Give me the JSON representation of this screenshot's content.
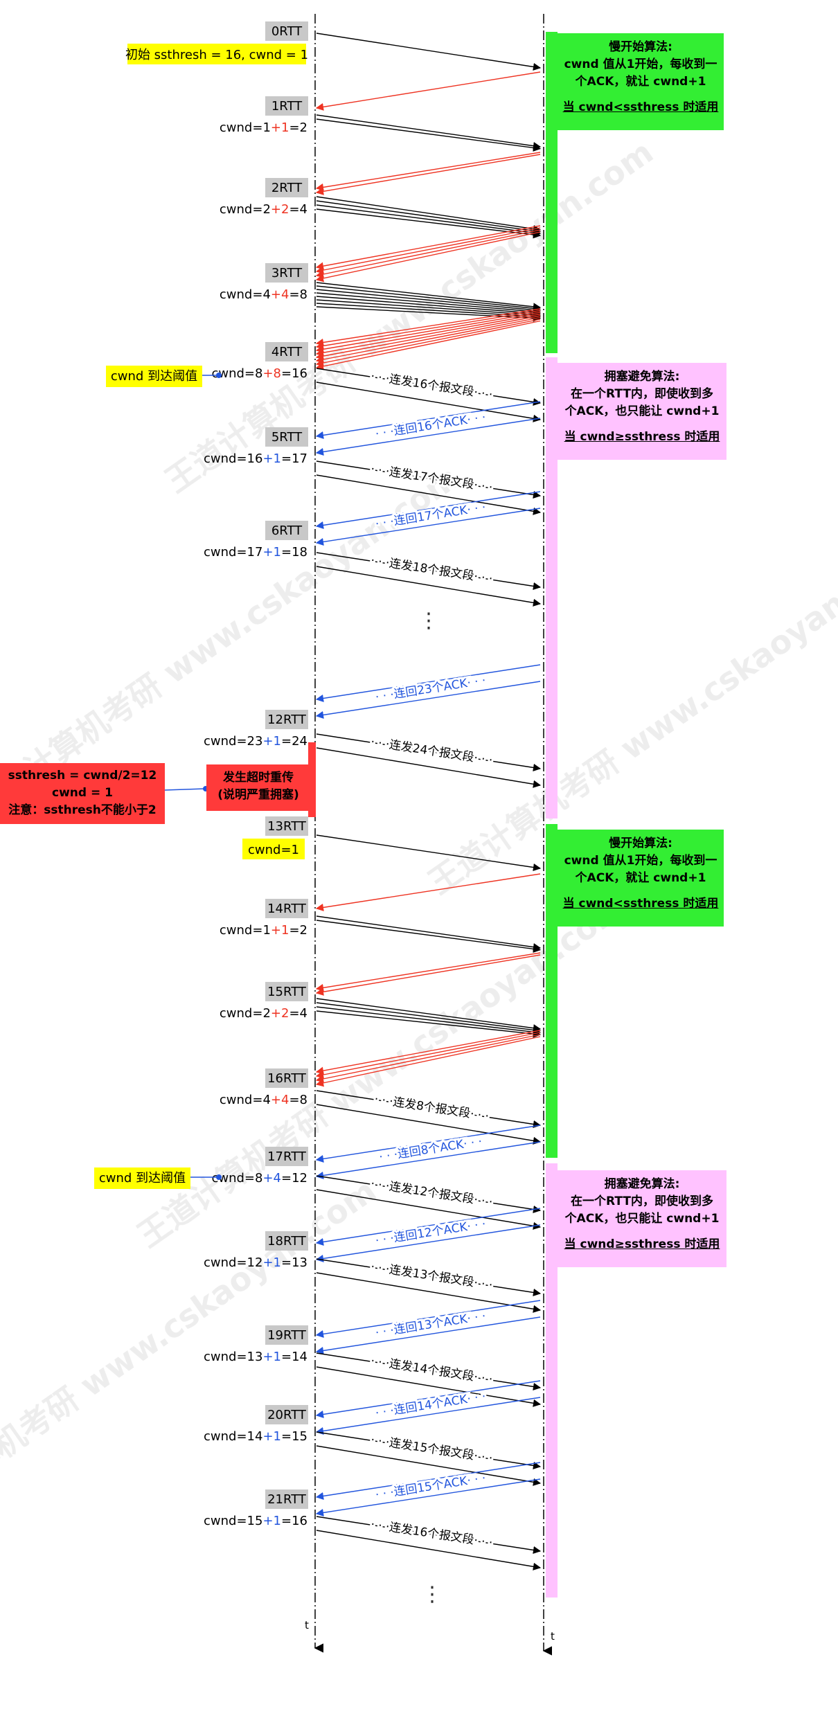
{
  "rtts": [
    {
      "label": "0RTT",
      "label2": "初始 ssthresh = 16, cwnd = 1",
      "type": "init"
    },
    {
      "label": "1RTT",
      "eq": [
        "cwnd=1",
        "+1",
        "=2"
      ],
      "col": "red"
    },
    {
      "label": "2RTT",
      "eq": [
        "cwnd=2",
        "+2",
        "=4"
      ],
      "col": "red"
    },
    {
      "label": "3RTT",
      "eq": [
        "cwnd=4",
        "+4",
        "=8"
      ],
      "col": "red"
    },
    {
      "label": "4RTT",
      "eq": [
        "cwnd=8",
        "+8",
        "=16"
      ],
      "col": "red"
    },
    {
      "label": "5RTT",
      "eq": [
        "cwnd=16",
        "+1",
        "=17"
      ],
      "col": "blue"
    },
    {
      "label": "6RTT",
      "eq": [
        "cwnd=17",
        "+1",
        "=18"
      ],
      "col": "blue"
    },
    {
      "label": "12RTT",
      "eq": [
        "cwnd=23",
        "+1",
        "=24"
      ],
      "col": "blue"
    },
    {
      "label": "13RTT",
      "label2": "cwnd=1",
      "type": "reset"
    },
    {
      "label": "14RTT",
      "eq": [
        "cwnd=1",
        "+1",
        "=2"
      ],
      "col": "red"
    },
    {
      "label": "15RTT",
      "eq": [
        "cwnd=2",
        "+2",
        "=4"
      ],
      "col": "red"
    },
    {
      "label": "16RTT",
      "eq": [
        "cwnd=4",
        "+4",
        "=8"
      ],
      "col": "red"
    },
    {
      "label": "17RTT",
      "eq": [
        "cwnd=8",
        "+4",
        "=12"
      ],
      "col": "blue"
    },
    {
      "label": "18RTT",
      "eq": [
        "cwnd=12",
        "+1",
        "=13"
      ],
      "col": "blue"
    },
    {
      "label": "19RTT",
      "eq": [
        "cwnd=13",
        "+1",
        "=14"
      ],
      "col": "blue"
    },
    {
      "label": "20RTT",
      "eq": [
        "cwnd=14",
        "+1",
        "=15"
      ],
      "col": "blue"
    },
    {
      "label": "21RTT",
      "eq": [
        "cwnd=15",
        "+1",
        "=16"
      ],
      "col": "blue"
    }
  ],
  "send_labels": [
    "连发16个报文段",
    "连发17个报文段",
    "连发18个报文段",
    "连发24个报文段",
    "连发8个报文段",
    "连发12个报文段",
    "连发13个报文段",
    "连发14个报文段",
    "连发15个报文段",
    "连发16个报文段"
  ],
  "ack_labels": [
    "连回16个ACK",
    "连回17个ACK",
    "连回23个ACK",
    "连回8个ACK",
    "连回12个ACK",
    "连回13个ACK",
    "连回14个ACK",
    "连回15个ACK"
  ],
  "slow_start": {
    "title": "慢开始算法:",
    "line1": "cwnd 值从1开始，每收到一",
    "line2": "个ACK，就让 cwnd+1",
    "note": "当 cwnd<ssthress 时适用"
  },
  "congestion_avoid": {
    "title": "拥塞避免算法:",
    "line1": "在一个RTT内，即使收到多",
    "line2": "个ACK，也只能让 cwnd+1",
    "note": "当 cwnd≥ssthress 时适用"
  },
  "threshold_label": "cwnd 到达阈值",
  "timeout": {
    "line1": "发生超时重传",
    "line2": "(说明严重拥塞)"
  },
  "reset_box": {
    "line1": "ssthresh = cwnd/2=12",
    "line2": "cwnd = 1",
    "line3": "注意：ssthresh不能小于2"
  },
  "ellipsis": "⋮",
  "axis_label": "t",
  "watermark": "王道计算机考研 www.cskaoyan.com",
  "colors": {
    "green": "#33ee33",
    "pink": "#ffc2ff",
    "yellow": "#ffff00",
    "red": "#ff3a3a",
    "gray": "#c8c8c8",
    "ack_blue": "#2255dd",
    "ack_red": "#ee3322"
  }
}
